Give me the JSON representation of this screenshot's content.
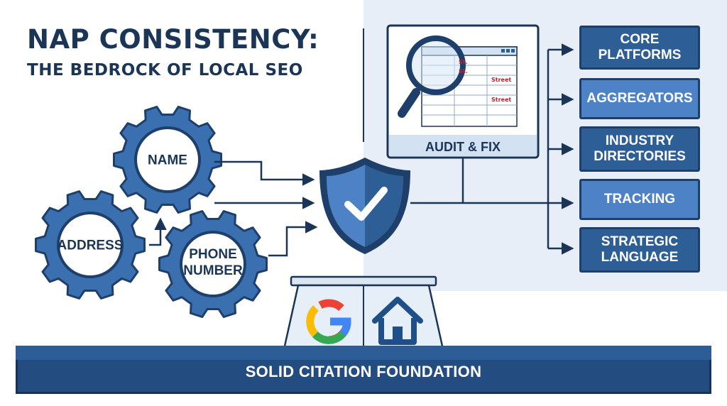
{
  "title": {
    "line1": "NAP CONSISTENCY:",
    "line2": "THE BEDROCK OF LOCAL SEO"
  },
  "gears": {
    "name": "NAME",
    "address": "ADDRESS",
    "phone": "PHONE\nNUMBER"
  },
  "audit": {
    "label": "AUDIT & FIX",
    "cells": [
      "St.",
      "St.",
      "Street",
      "Street"
    ]
  },
  "categories": [
    {
      "label": "CORE\nPLATFORMS"
    },
    {
      "label": "AGGREGATORS"
    },
    {
      "label": "INDUSTRY\nDIRECTORIES"
    },
    {
      "label": "TRACKING"
    },
    {
      "label": "STRATEGIC\nLANGUAGE"
    }
  ],
  "foundation": {
    "label": "SOLID CITATION FOUNDATION"
  },
  "icons": {
    "shield": "shield-check-icon",
    "magnifier": "magnifier-icon",
    "google": "google-g-icon",
    "home": "home-icon"
  },
  "colors": {
    "navy": "#1b3556",
    "blue": "#2d5e96",
    "light_blue": "#4d83c6",
    "panel": "#e7eef7"
  }
}
